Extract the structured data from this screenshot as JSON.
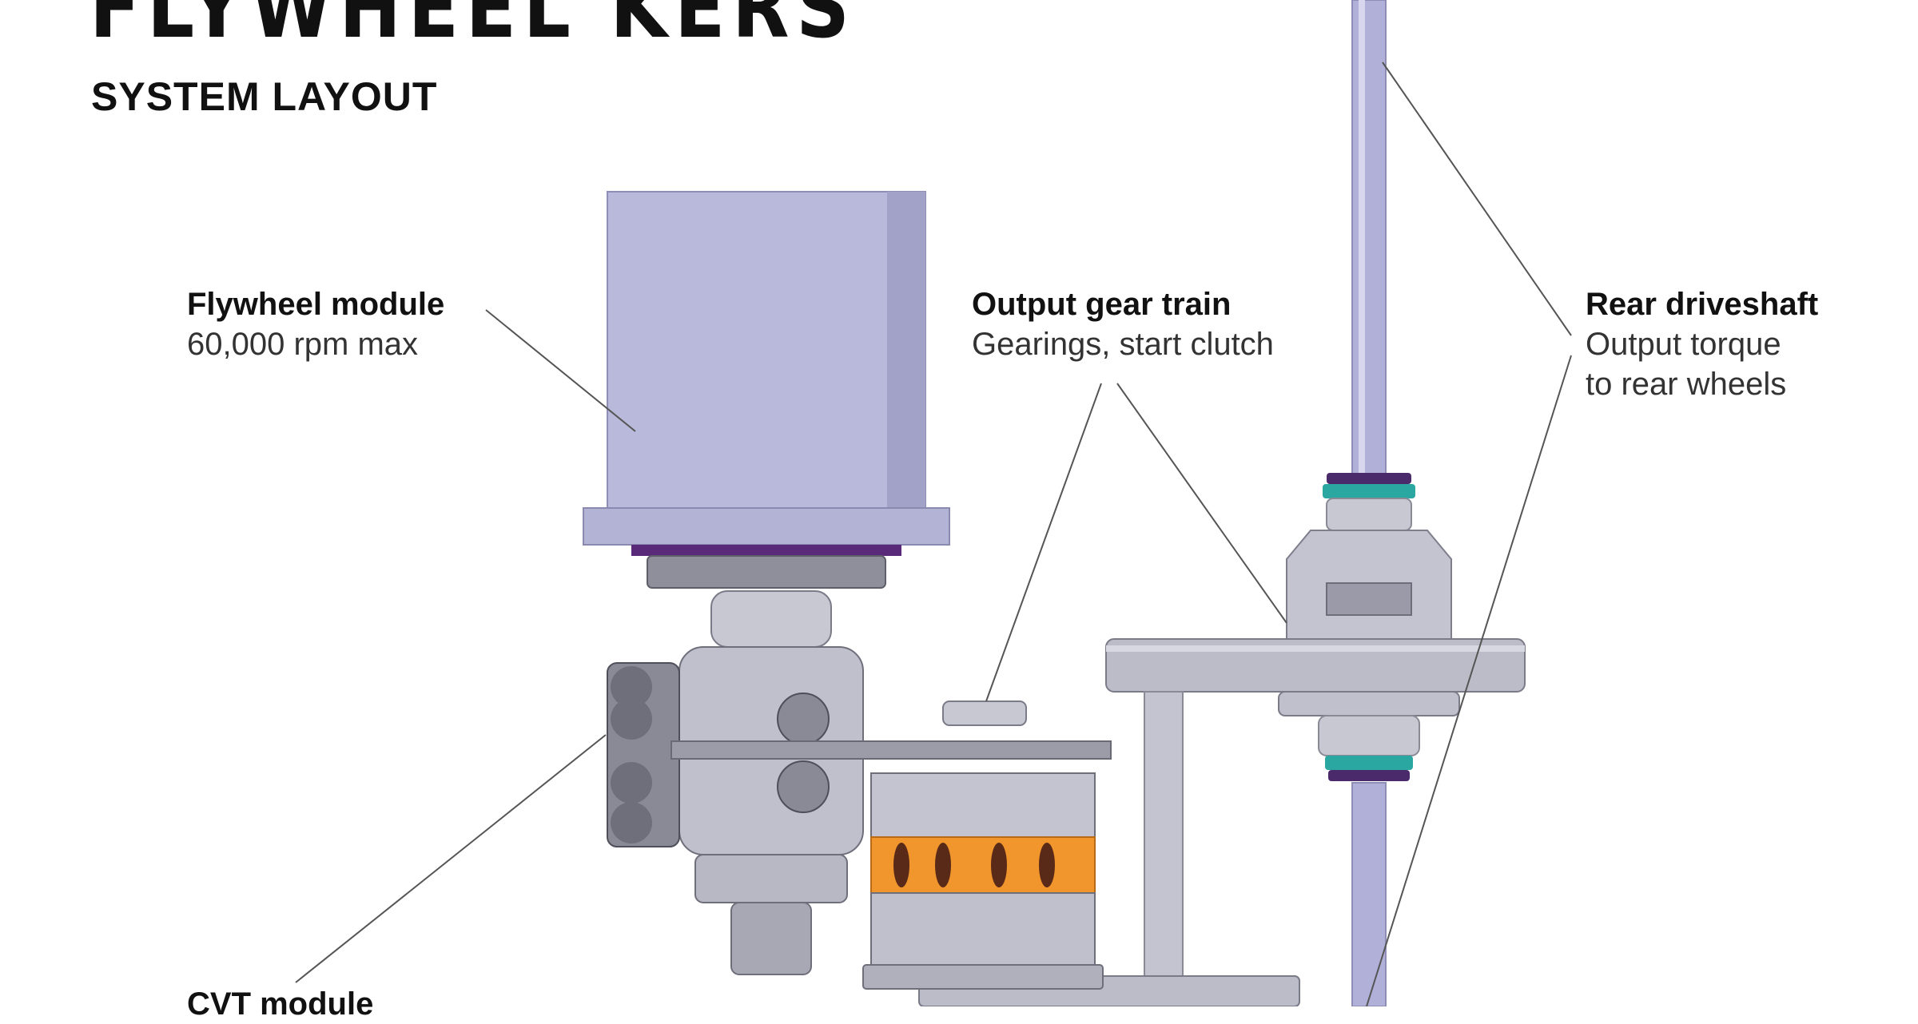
{
  "header": {
    "title": "FLYWHEEL KERS",
    "subtitle": "SYSTEM LAYOUT"
  },
  "callouts": {
    "flywheel": {
      "name": "Flywheel module",
      "desc": "60,000 rpm max"
    },
    "gear_train": {
      "name": "Output gear train",
      "desc": "Gearings, start clutch"
    },
    "driveshaft": {
      "name": "Rear driveshaft",
      "desc": "Output torque\nto rear wheels"
    },
    "cvt": {
      "name": "CVT module"
    }
  },
  "colors": {
    "housing": "#b9b9dc",
    "housing_dark": "#9d9dc4",
    "metal": "#c8c8d2",
    "metal_dark": "#8a8a96",
    "orange": "#f0962d",
    "purple": "#5a2a7a",
    "teal": "#2aa7a0",
    "leader": "#555555"
  }
}
